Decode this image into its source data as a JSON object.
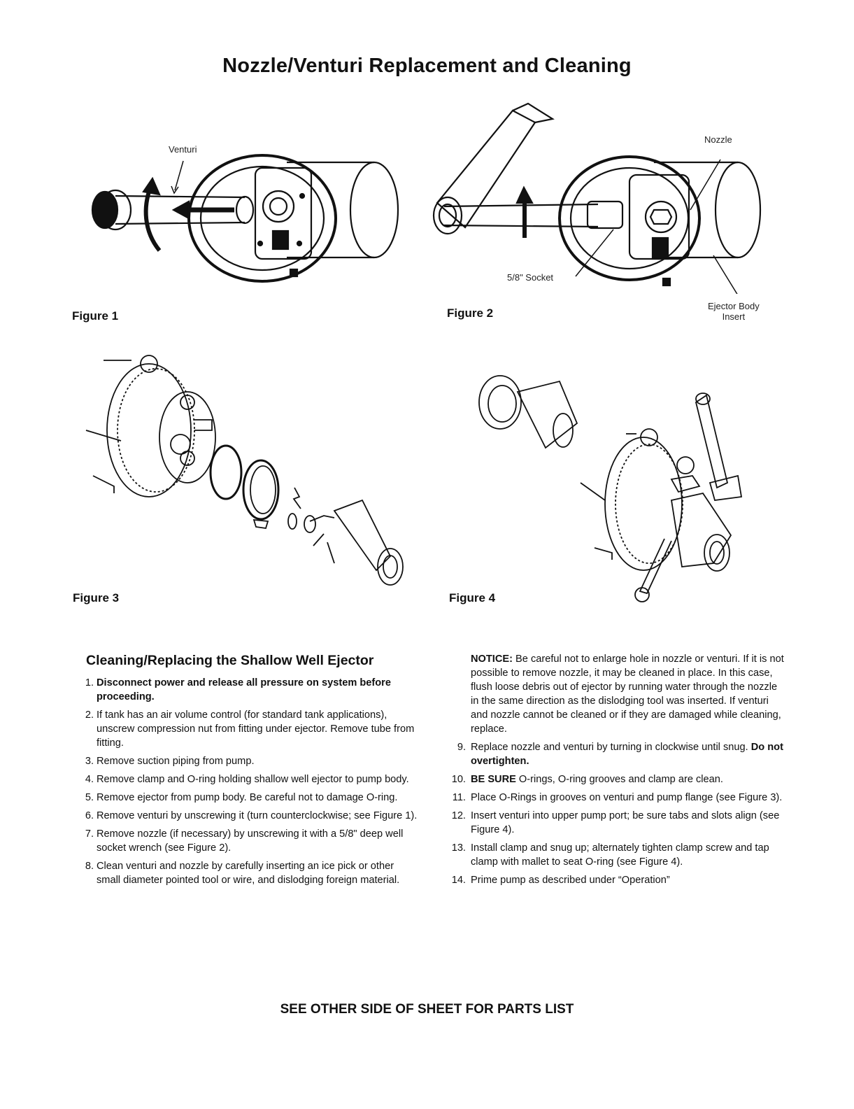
{
  "title": "Nozzle/Venturi Replacement and Cleaning",
  "figures": {
    "fig1": {
      "caption": "Figure 1",
      "labels": {
        "venturi": "Venturi"
      }
    },
    "fig2": {
      "caption": "Figure 2",
      "labels": {
        "nozzle": "Nozzle",
        "socket": "5/8\" Socket",
        "ejector_line1": "Ejector Body",
        "ejector_line2": "Insert"
      }
    },
    "fig3": {
      "caption": "Figure 3"
    },
    "fig4": {
      "caption": "Figure 4"
    }
  },
  "section": {
    "heading": "Cleaning/Replacing the Shallow Well Ejector",
    "steps_left": [
      {
        "num": "1.",
        "text": "Disconnect power and release all pressure on system before proceeding.",
        "bold": true
      },
      {
        "num": "2.",
        "text": "If tank has an air volume control (for standard tank applications), unscrew compression nut from fitting under ejector. Remove tube from fitting."
      },
      {
        "num": "3.",
        "text": "Remove suction piping from pump."
      },
      {
        "num": "4.",
        "text": "Remove clamp and O-ring holding shallow well ejector to pump body."
      },
      {
        "num": "5.",
        "text": "Remove ejector from pump body. Be careful not to damage O-ring."
      },
      {
        "num": "6.",
        "text": "Remove venturi by unscrewing it (turn counterclockwise; see Figure 1)."
      },
      {
        "num": "7.",
        "text": "Remove nozzle (if necessary) by unscrewing it with a 5/8\" deep well socket wrench (see Figure 2)."
      },
      {
        "num": "8.",
        "text": "Clean venturi and nozzle by carefully inserting an ice pick or other small diameter pointed tool or wire, and dislodging foreign material."
      }
    ],
    "notice": {
      "label": "NOTICE:",
      "text": " Be careful not to enlarge hole in nozzle or venturi. If it is not possible to remove nozzle, it may be cleaned in place. In this case, flush loose debris out of ejector by running water through the nozzle in the same direction as the dislodging tool was inserted. If venturi and nozzle cannot be cleaned or if they are damaged while cleaning, replace."
    },
    "step9": {
      "num": "9.",
      "text": "Replace nozzle and venturi by turning in clockwise until snug. ",
      "bold_text": "Do not overtighten."
    },
    "step10": {
      "num": "10.",
      "bold_text": "BE SURE",
      "text": " O-rings, O-ring grooves and clamp are clean."
    },
    "steps_right": [
      {
        "num": "11.",
        "text": "Place O-Rings in grooves on venturi and pump flange (see Figure 3)."
      },
      {
        "num": "12.",
        "text": "Insert venturi into upper pump port; be sure tabs and slots align (see Figure 4)."
      },
      {
        "num": "13.",
        "text": "Install clamp and snug up; alternately tighten clamp screw and tap clamp with mallet to seat O-ring (see Figure 4)."
      },
      {
        "num": "14.",
        "text": "Prime pump as described under “Operation”"
      }
    ]
  },
  "footer": "SEE OTHER SIDE OF SHEET FOR PARTS LIST"
}
